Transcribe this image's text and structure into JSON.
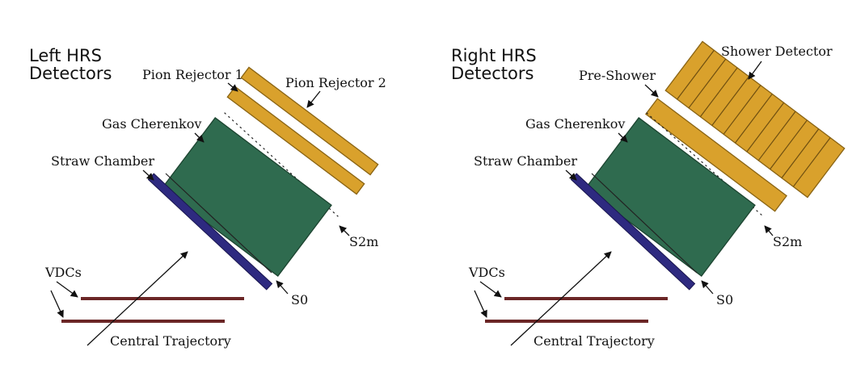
{
  "panels": [
    {
      "id": "left",
      "title_line1": "Left HRS",
      "title_line2": "Detectors",
      "labels": {
        "pion_rejector_1": "Pion Rejector 1",
        "pion_rejector_2": "Pion Rejector 2",
        "gas_cherenkov": "Gas Cherenkov",
        "straw_chamber": "Straw Chamber",
        "vdcs": "VDCs",
        "s2m": "S2m",
        "s0": "S0",
        "central_trajectory": "Central Trajectory"
      }
    },
    {
      "id": "right",
      "title_line1": "Right HRS",
      "title_line2": "Detectors",
      "labels": {
        "shower_detector": "Shower Detector",
        "pre_shower": "Pre-Shower",
        "gas_cherenkov": "Gas Cherenkov",
        "straw_chamber": "Straw Chamber",
        "vdcs": "VDCs",
        "s2m": "S2m",
        "s0": "S0",
        "central_trajectory": "Central Trajectory"
      }
    }
  ],
  "colors": {
    "cherenkov": "#2f6b4f",
    "straw_chamber": "#2e2a80",
    "calorimeter": "#d9a12c",
    "vdc": "#6b2626",
    "text": "#111111"
  }
}
